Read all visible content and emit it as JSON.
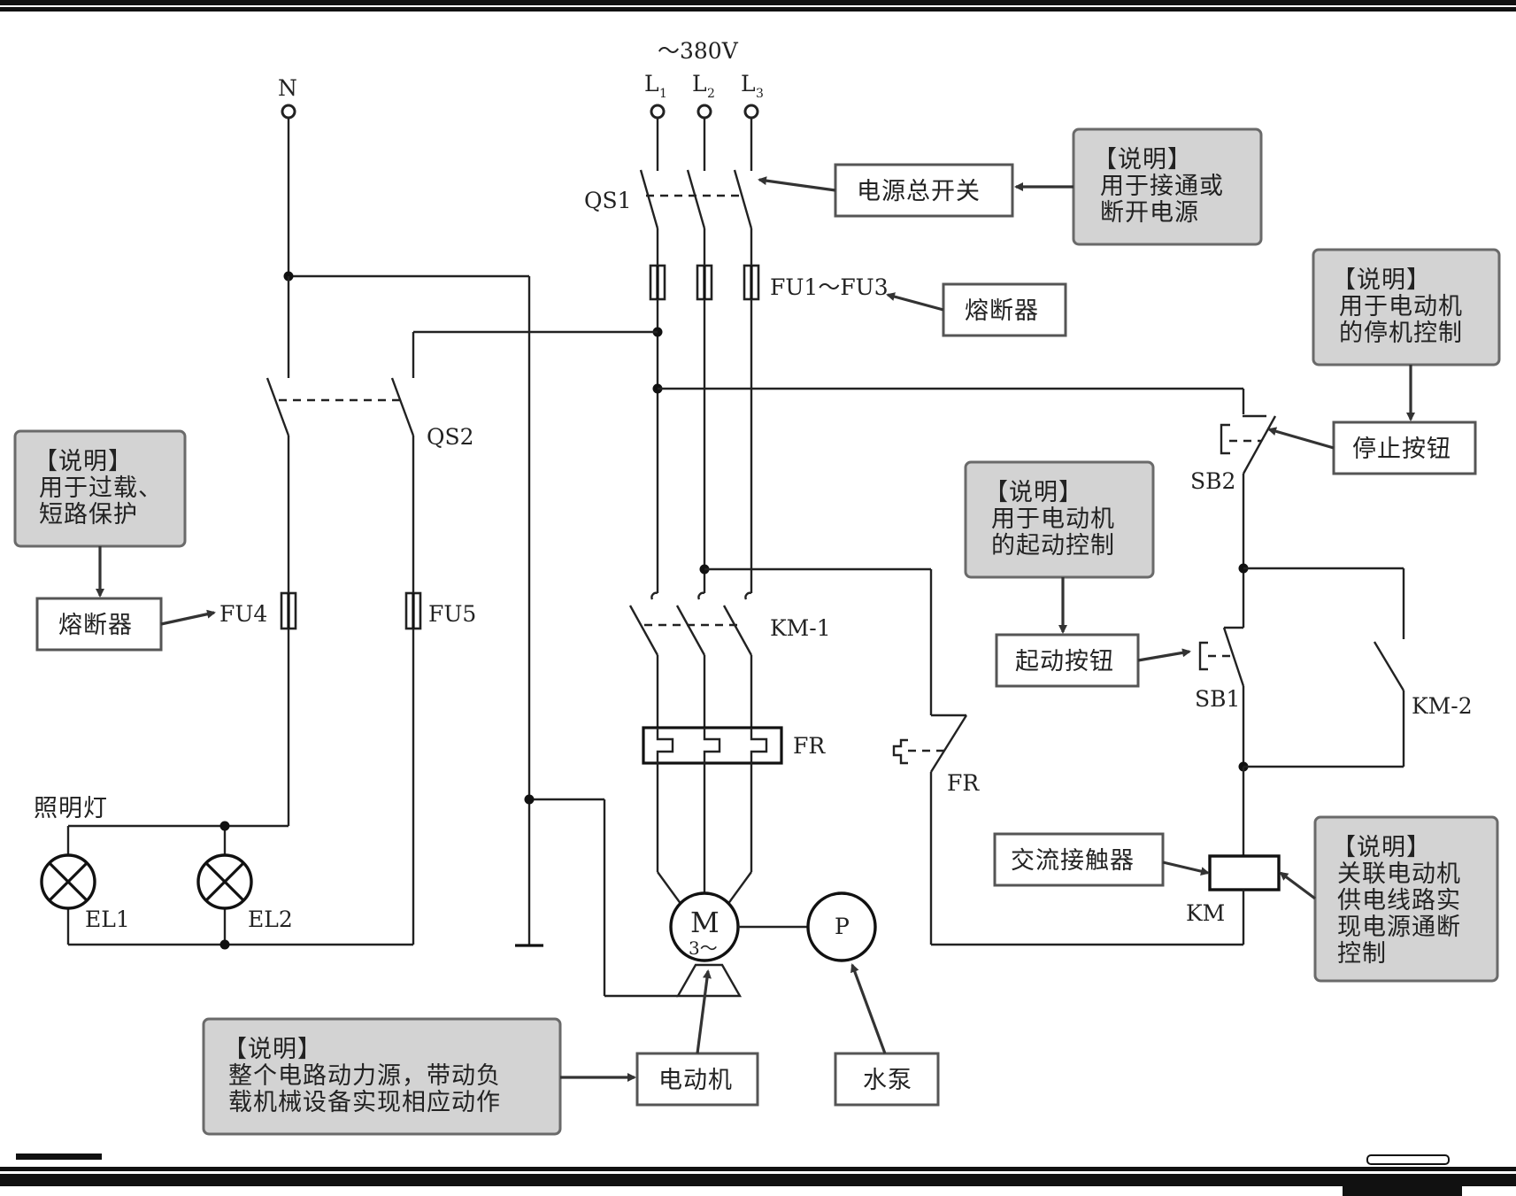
{
  "header": {
    "supply": "～380V"
  },
  "terminals": {
    "n": "N",
    "l1": "L",
    "l1_sub": "1",
    "l2": "L",
    "l2_sub": "2",
    "l3": "L",
    "l3_sub": "3"
  },
  "components": {
    "qs1": "QS1",
    "qs2": "QS2",
    "fu1_fu3": "FU1～FU3",
    "fu4": "FU4",
    "fu5": "FU5",
    "km1": "KM-1",
    "km2": "KM-2",
    "fr_thermal": "FR",
    "fr_contact": "FR",
    "sb1": "SB1",
    "sb2": "SB2",
    "km_coil": "KM",
    "el1": "EL1",
    "el2": "EL2",
    "lighting": "照明灯",
    "motor_m": "M",
    "motor_phase": "3～",
    "pump_p": "P"
  },
  "labels": {
    "main_switch": "电源总开关",
    "fuse_top": "熔断器",
    "fuse_left": "熔断器",
    "stop_button": "停止按钮",
    "start_button": "起动按钮",
    "contactor": "交流接触器",
    "motor": "电动机",
    "pump": "水泵"
  },
  "notes": {
    "main_switch": [
      "【说明】",
      "用于接通或",
      "断开电源"
    ],
    "stop": [
      "【说明】",
      "用于电动机",
      "的停机控制"
    ],
    "fuse": [
      "【说明】",
      "用于过载、",
      "短路保护"
    ],
    "start": [
      "【说明】",
      "用于电动机",
      "的起动控制"
    ],
    "contactor": [
      "【说明】",
      "关联电动机",
      "供电线路实",
      "现电源通断",
      "控制"
    ],
    "motor": [
      "【说明】",
      "整个电路动力源，带动负",
      "载机械设备实现相应动作"
    ]
  }
}
